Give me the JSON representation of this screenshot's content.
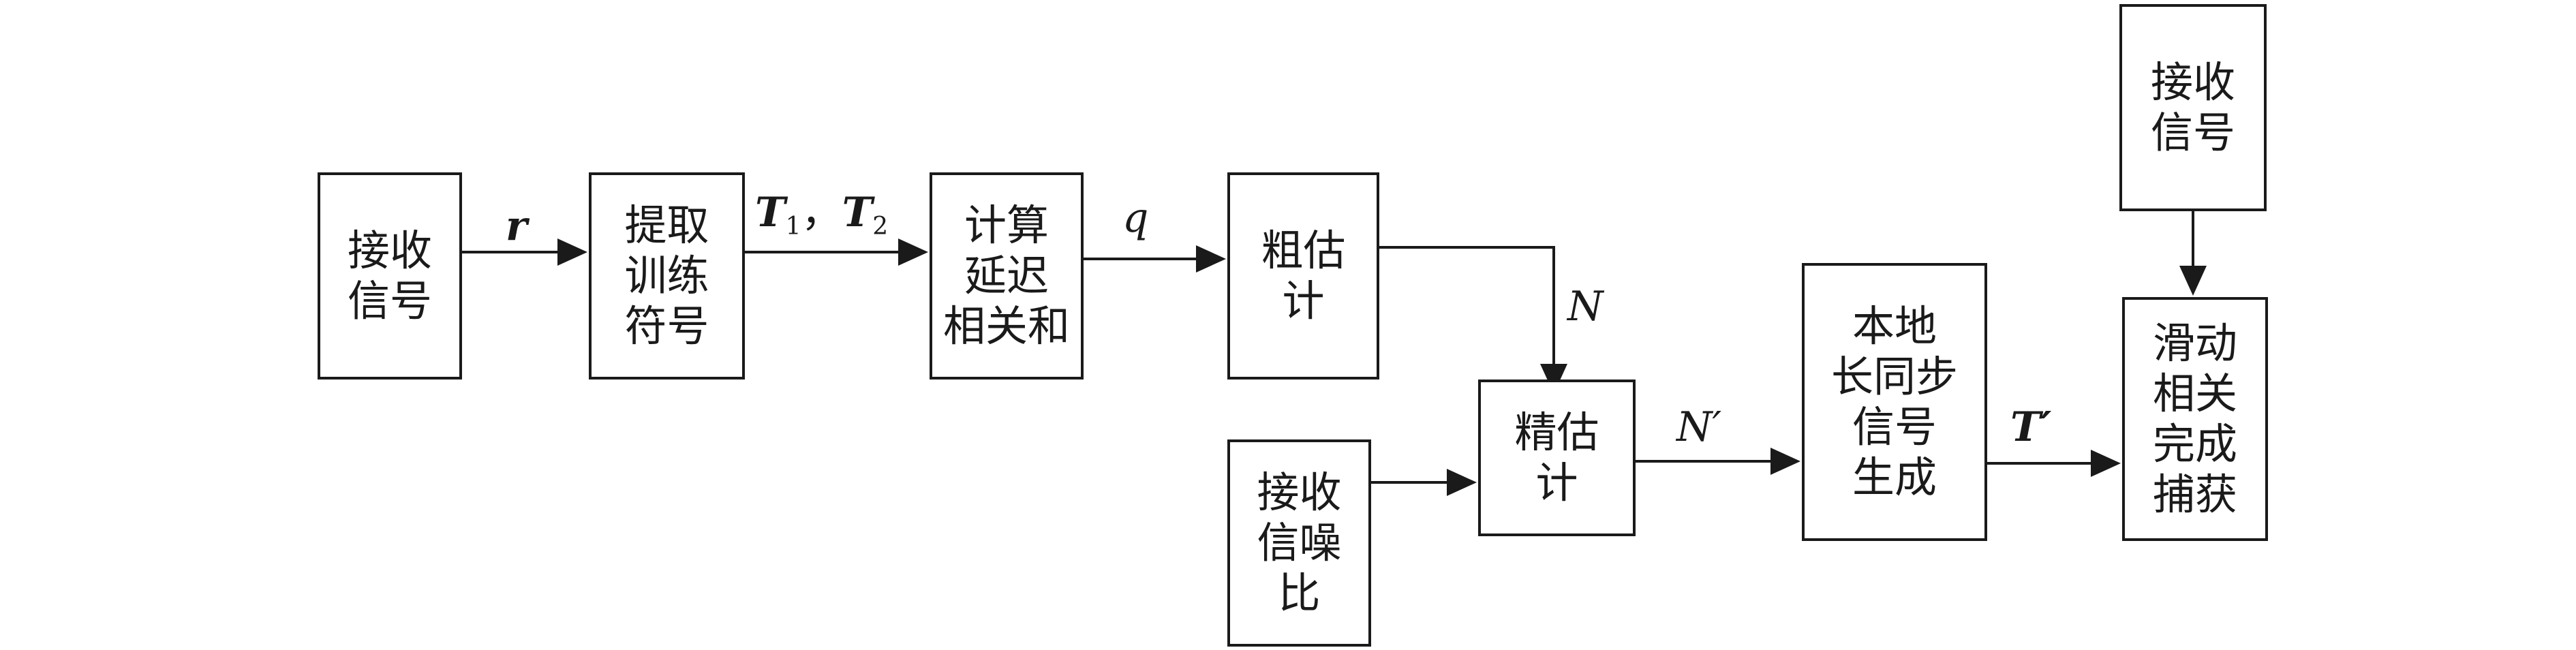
{
  "diagram": {
    "boxes": {
      "receive_signal": [
        "接收",
        "信号"
      ],
      "extract_training": [
        "提取",
        "训练",
        "符号"
      ],
      "delay_correlation": [
        "计算",
        "延迟",
        "相关和"
      ],
      "coarse_estimate": [
        "粗估",
        "计"
      ],
      "fine_estimate": [
        "精估",
        "计"
      ],
      "receive_snr": [
        "接收",
        "信噪",
        "比"
      ],
      "local_sync": [
        "本地",
        "长同步",
        "信号",
        "生成"
      ],
      "receive_signal_top": [
        "接收",
        "信号"
      ],
      "sliding_capture": [
        "滑动",
        "相关",
        "完成",
        "捕获"
      ]
    },
    "labels": {
      "r": "r",
      "t1": "T",
      "t1_sub": "1",
      "sep": "，",
      "t2": "T",
      "t2_sub": "2",
      "q": "q",
      "n": "N",
      "n_prime": "N′",
      "t_prime": "T′"
    },
    "colors": {
      "stroke": "#1a1a1a",
      "background": "#ffffff"
    }
  }
}
